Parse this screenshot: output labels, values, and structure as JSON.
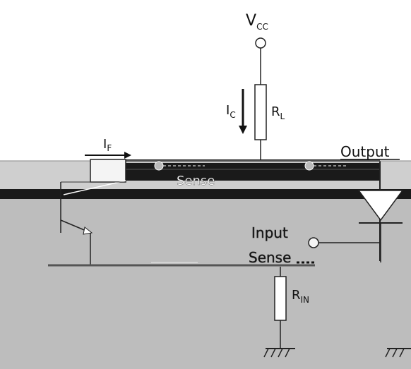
{
  "labels": {
    "vcc_main": "V",
    "vcc_sub": "CC",
    "ic_main": "I",
    "ic_sub": "C",
    "rl_main": "R",
    "rl_sub": "L",
    "if_main": "I",
    "if_sub": "F",
    "output": "Output",
    "sense_top": "Sense",
    "input": "Input",
    "sense_bottom": "Sense",
    "rin_main": "R",
    "rin_sub": "IN"
  },
  "colors": {
    "background": "#ffffff",
    "upper_band": "#cfcfcf",
    "lower_region": "#bdbdbd",
    "dark_band": "#1a1a1a",
    "line": "#222222"
  }
}
